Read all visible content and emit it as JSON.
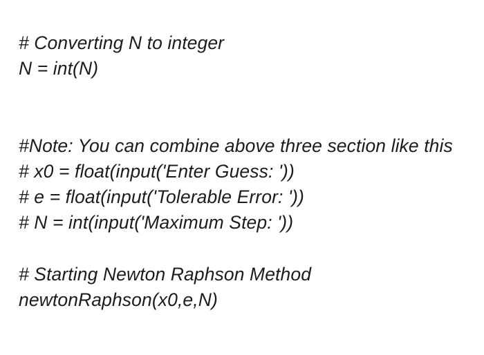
{
  "slide": {
    "background_color": "#ffffff",
    "text_color": "#1c1c1c",
    "language": "python",
    "code_lines": [
      {
        "id": "line-1",
        "text": "# Converting N to integer",
        "kind": "comment"
      },
      {
        "id": "line-2",
        "text": "N = int(N)",
        "kind": "code"
      },
      {
        "id": "line-3",
        "text": "",
        "kind": "blank"
      },
      {
        "id": "line-4",
        "text": "",
        "kind": "blank"
      },
      {
        "id": "line-5",
        "text": "#Note: You can combine above three section like this",
        "kind": "comment"
      },
      {
        "id": "line-6",
        "text": "# x0 = float(input('Enter Guess: '))",
        "kind": "comment"
      },
      {
        "id": "line-7",
        "text": "# e = float(input('Tolerable Error: '))",
        "kind": "comment"
      },
      {
        "id": "line-8",
        "text": "# N = int(input('Maximum Step: '))",
        "kind": "comment"
      },
      {
        "id": "line-9",
        "text": "",
        "kind": "blank"
      },
      {
        "id": "line-10",
        "text": "# Starting Newton Raphson Method",
        "kind": "comment"
      },
      {
        "id": "line-11",
        "text": "newtonRaphson(x0,e,N)",
        "kind": "code"
      }
    ]
  }
}
